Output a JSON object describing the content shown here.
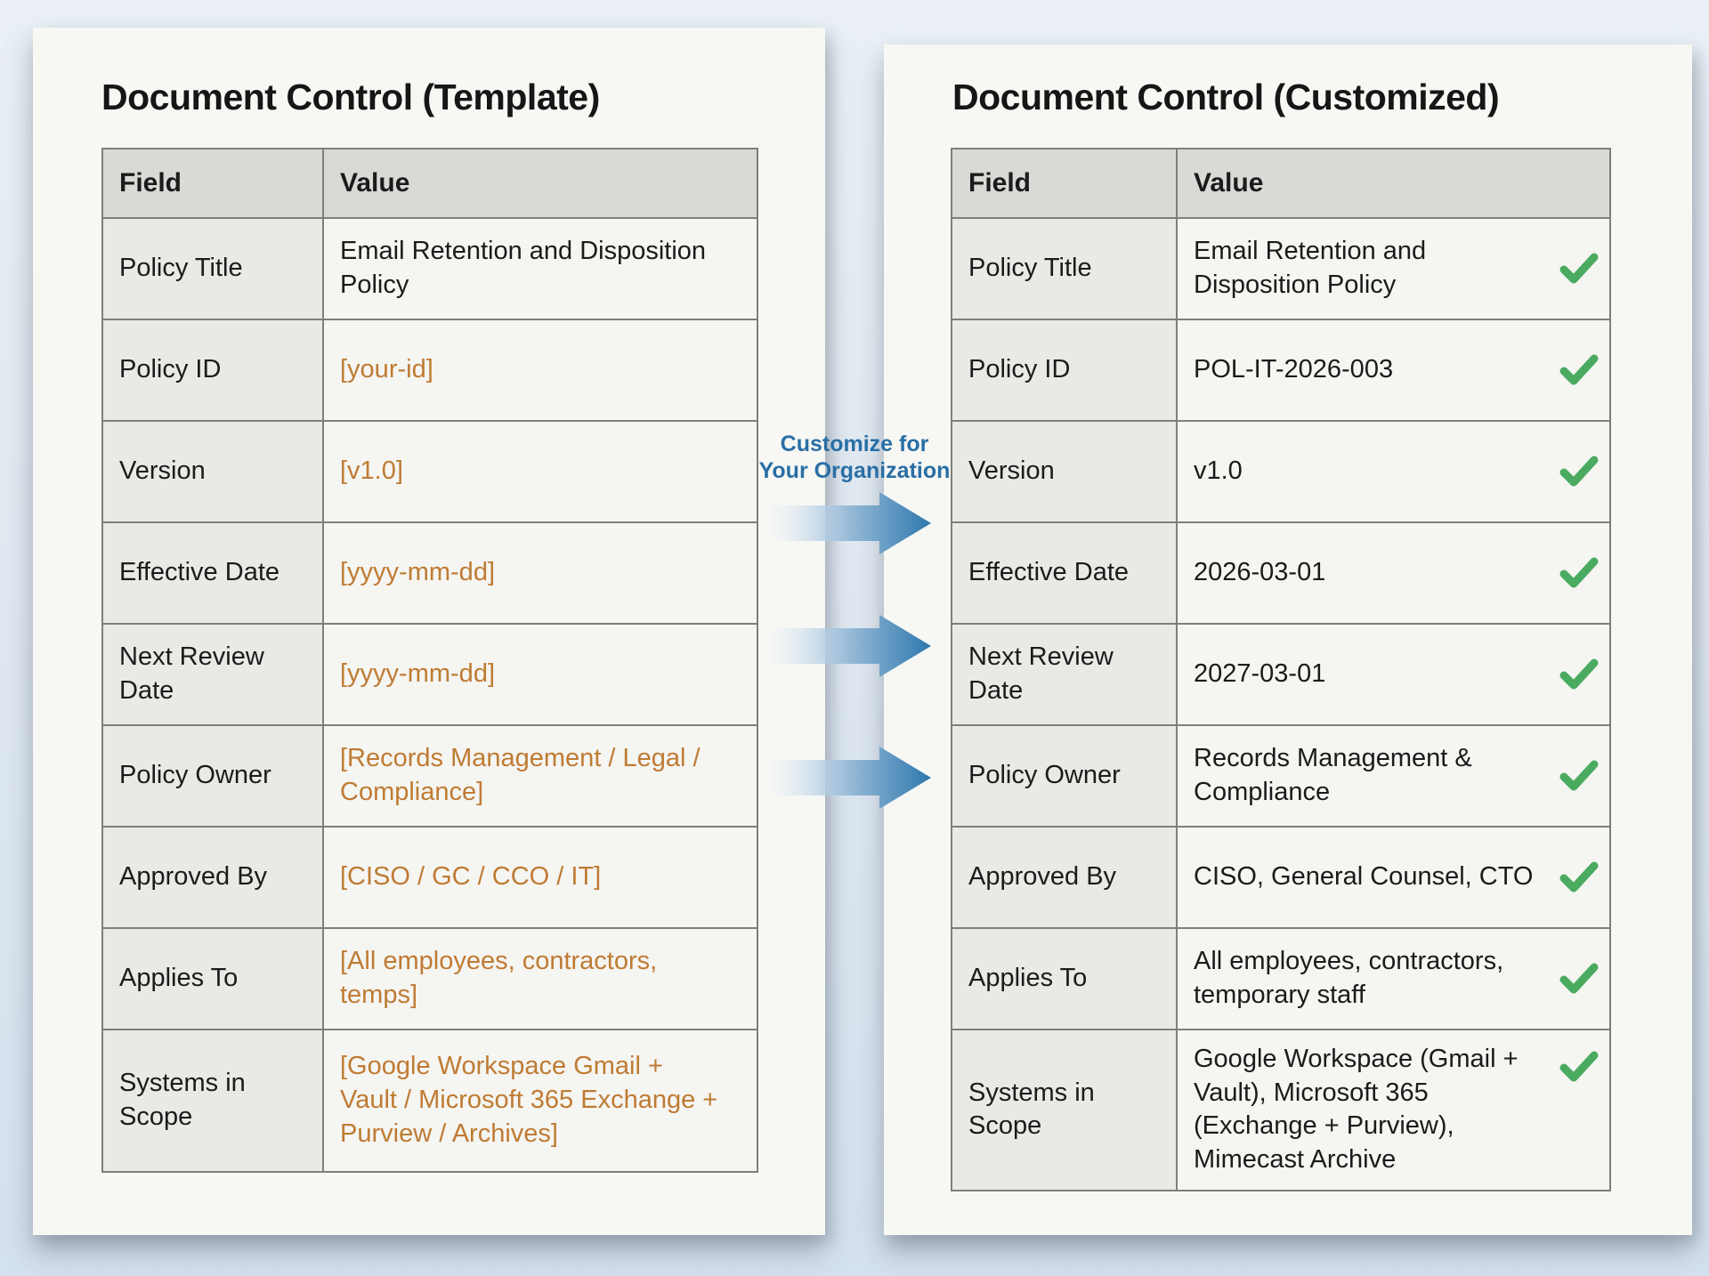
{
  "left_panel": {
    "title": "Document Control (Template)",
    "table": {
      "col_field": "Field",
      "col_value": "Value",
      "rows": [
        {
          "field": "Policy Title",
          "value": "Email Retention and Disposition Policy",
          "placeholder": false
        },
        {
          "field": "Policy ID",
          "value": "[your-id]",
          "placeholder": true
        },
        {
          "field": "Version",
          "value": "[v1.0]",
          "placeholder": true
        },
        {
          "field": "Effective Date",
          "value": "[yyyy-mm-dd]",
          "placeholder": true
        },
        {
          "field": "Next Review Date",
          "value": "[yyyy-mm-dd]",
          "placeholder": true
        },
        {
          "field": "Policy Owner",
          "value": "[Records Management / Legal / Compliance]",
          "placeholder": true
        },
        {
          "field": "Approved By",
          "value": "[CISO / GC / CCO / IT]",
          "placeholder": true
        },
        {
          "field": "Applies To",
          "value": "[All employees, contractors, temps]",
          "placeholder": true
        },
        {
          "field": "Systems in Scope",
          "value": "[Google Workspace Gmail + Vault / Microsoft 365 Exchange + Purview / Archives]",
          "placeholder": true
        }
      ]
    }
  },
  "middle": {
    "label_line1": "Customize for",
    "label_line2": "Your Organization"
  },
  "right_panel": {
    "title": "Document Control (Customized)",
    "table": {
      "col_field": "Field",
      "col_value": "Value",
      "rows": [
        {
          "field": "Policy Title",
          "value": "Email Retention and Disposition Policy",
          "checked": true
        },
        {
          "field": "Policy ID",
          "value": "POL-IT-2026-003",
          "checked": true
        },
        {
          "field": "Version",
          "value": "v1.0",
          "checked": true
        },
        {
          "field": "Effective Date",
          "value": "2026-03-01",
          "checked": true
        },
        {
          "field": "Next Review Date",
          "value": "2027-03-01",
          "checked": true
        },
        {
          "field": "Policy Owner",
          "value": "Records Management & Compliance",
          "checked": true
        },
        {
          "field": "Approved By",
          "value": "CISO, General Counsel, CTO",
          "checked": true
        },
        {
          "field": "Applies To",
          "value": "All employees, contractors, temporary staff",
          "checked": true
        },
        {
          "field": "Systems in Scope",
          "value": "Google Workspace (Gmail + Vault), Microsoft 365 (Exchange + Purview), Mimecast Archive",
          "checked": true
        }
      ]
    }
  },
  "colors": {
    "bg_top": "#eaf0f6",
    "bg_bottom": "#d4e1ee",
    "card_bg": "#f7f7f4",
    "header_bg": "#d8dad6",
    "field_bg": "#e9e9e6",
    "value_bg": "#f5f5f2",
    "border_color": "#7e7e7c",
    "placeholder_text": "#bf7b33",
    "annotation_blue": "#2a6fa5",
    "arrow_blue": "#2e77ad",
    "arrow_blue_light": "#9fc0db",
    "check_green": "#4aab60"
  }
}
